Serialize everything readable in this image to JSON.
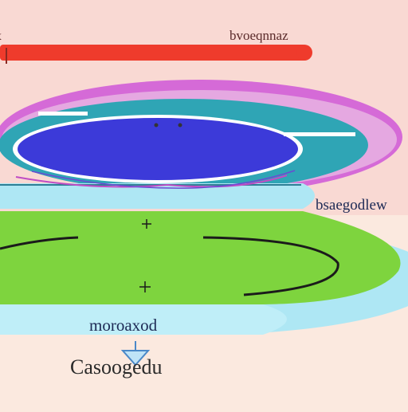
{
  "labels": {
    "top_left": "x",
    "top_right": "bvoeqnnaz",
    "right": "bsaegodlew",
    "middle": "moroaxod",
    "bottom": "Casoogedu"
  },
  "colors": {
    "background": "#fbe9df",
    "top_bar": "#ef3b2c",
    "magenta_ring": "#d56ad7",
    "teal_band": "#2fa5b5",
    "blue_core": "#3c3ad9",
    "light_cyan": "#aee7f4",
    "green_layer": "#7ed43e",
    "dark_line": "#1b1b1b"
  },
  "icons": [
    "plus-icon",
    "plus-icon",
    "down-arrow-icon"
  ]
}
